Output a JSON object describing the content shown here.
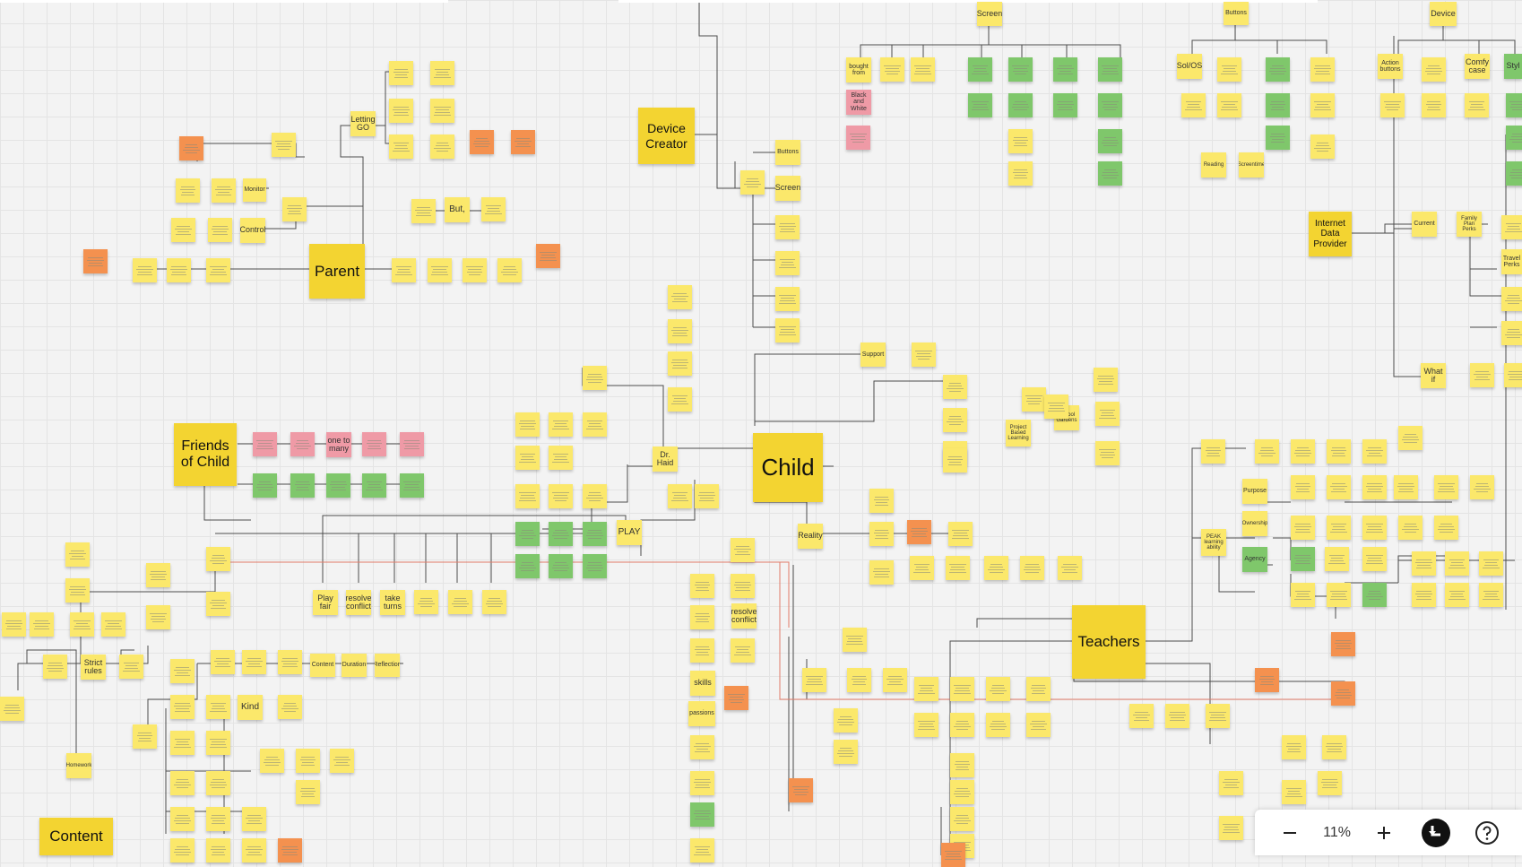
{
  "colors": {
    "yellow": "#fbe86b",
    "big_yellow": "#f3d431",
    "green": "#7fc76b",
    "orange": "#f4914f",
    "pink": "#ef9aa6",
    "line": "#4d4d4d",
    "red_line": "#e07b6a"
  },
  "hubs": {
    "child": "Child",
    "parent": "Parent",
    "device_creator": "Device Creator",
    "friends": "Friends of Child",
    "teachers": "Teachers",
    "internet": "Internet Data Provider",
    "content": "Content"
  },
  "labels": {
    "screen": "Screen",
    "buttons": "Buttons",
    "device": "Device",
    "bought_from": "bought from",
    "black_white": "Black and White",
    "solios": "Sol/OS",
    "action_buttons": "Action buttons",
    "comfy_case": "Comfy case",
    "sty": "Styl",
    "buttons2": "Buttons",
    "screen2": "Screen",
    "letting_go": "Letting GO",
    "monitor": "Monitor",
    "control": "Control",
    "but": "But,",
    "support": "Support",
    "dr_haid": "Dr. Haid",
    "play": "PLAY",
    "reality": "Reality",
    "one_to_many": "one to many",
    "play_fair": "Play fair",
    "resolve_conflict": "resolve conflict",
    "take_turns": "take turns",
    "strict_rules": "Strict rules",
    "kind": "Kind",
    "skills": "skills",
    "passions": "passions",
    "resolve_conflict2": "resolve conflict",
    "purpose": "Purpose",
    "agency": "Agency",
    "current": "Current",
    "what_if": "What if",
    "travel_perks": "Travel Perks",
    "family_plan": "Family Plan Perks",
    "peak": "PEAK learning ability",
    "project_based": "Project Based Learning",
    "school_gardens": "School Gardens",
    "content_lbl": "Content",
    "duration": "Duration",
    "reflection": "Reflection",
    "homework": "Homework",
    "ownership": "Ownership",
    "reading": "Reading",
    "screentime": "Screentime"
  },
  "zoom": {
    "level": "11%",
    "minus_icon": "minus-icon",
    "plus_icon": "plus-icon",
    "activity_icon": "activity-icon",
    "help_icon": "help-icon"
  }
}
